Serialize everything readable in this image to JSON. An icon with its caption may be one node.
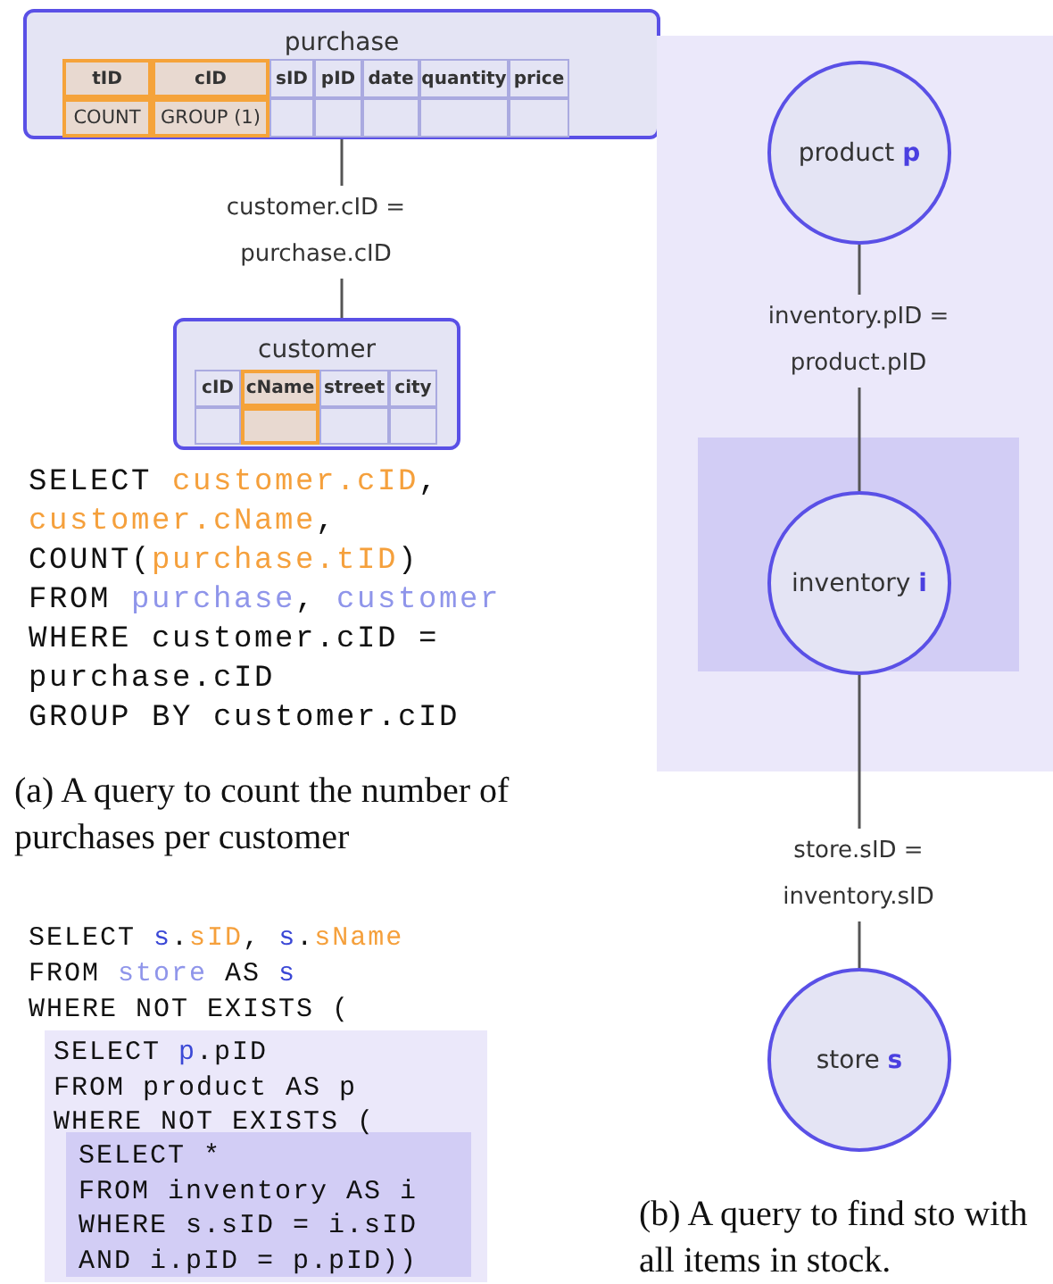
{
  "diagram": {
    "nodes": [
      {
        "text": [
          "purchase",
          "tID",
          "cID",
          "sID",
          "pID",
          "date",
          "quantity",
          "price",
          "COUNT",
          "GROUP (1)"
        ]
      },
      {
        "text": [
          "customer",
          "cID",
          "cName",
          "street",
          "city"
        ]
      },
      {
        "text": [],
        "shape": "box"
      },
      {
        "text": [
          "product **p**"
        ],
        "in": 2
      },
      {
        "text": [],
        "shape": "box",
        "in": 2
      },
      {
        "text": [
          "inventory **i**"
        ],
        "in": 4
      },
      {
        "text": [
          "store **s**"
        ]
      }
    ],
    "edges": [
      {
        "from": 0,
        "to": 1,
        "arrow": "none",
        "label": "customer.cID = purchase.cID"
      },
      {
        "from": 3,
        "to": 5,
        "arrow": "none",
        "label": "inventory.pID = product.pID"
      },
      {
        "from": 5,
        "to": 6,
        "arrow": "none",
        "label": "store.sID = inventory.sID"
      }
    ],
    "labels": [
      "SELECT customer.cID,",
      "customer.cName,",
      "COUNT(purchase.tID)",
      "FROM purchase, customer",
      "WHERE customer.cID =",
      "purchase.cID",
      "GROUP BY customer.cID",
      "(a) A query to count the number of purchases per customer",
      "SELECT s.sID, s.sName",
      "FROM store AS s",
      "WHERE NOT EXISTS (",
      "SELECT p.pID",
      "FROM product AS p",
      "WHERE NOT EXISTS (",
      "SELECT *",
      "FROM inventory AS i",
      "WHERE s.sID = i.sID",
      "AND i.pID = p.pID))",
      "(b) A query to find sto with all items in stock."
    ]
  }
}
